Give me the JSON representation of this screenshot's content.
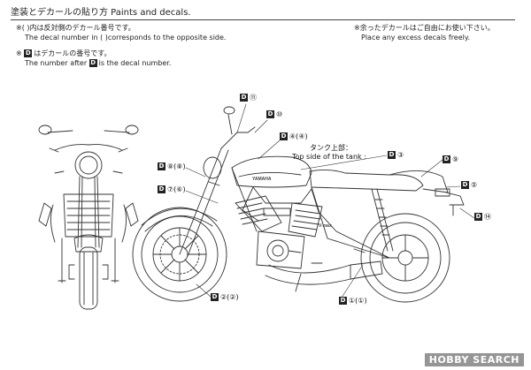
{
  "header": {
    "title": "塗装とデカールの貼り方 Paints and decals."
  },
  "notes": {
    "paren_jp": "( )内は反対側のデカール番号です。",
    "paren_en": "The decal number in ( )corresponds to the opposite side.",
    "d_jp": "はデカールの番号です。",
    "d_en_pre": "The number after",
    "d_en_post": "is the decal number.",
    "excess_jp": "※余ったデカールはご自由にお使い下さい。",
    "excess_en": "Place any excess decals freely.",
    "d_letter": "D",
    "ref_mark": "※"
  },
  "callouts": [
    {
      "id": "11",
      "text": "⑪"
    },
    {
      "id": "10",
      "text": "⑩"
    },
    {
      "id": "4",
      "text": "④(④)"
    },
    {
      "id": "3",
      "text": "③"
    },
    {
      "id": "9",
      "text": "⑨"
    },
    {
      "id": "8",
      "text": "⑧(⑧)"
    },
    {
      "id": "5",
      "text": "⑤"
    },
    {
      "id": "7",
      "text": "⑦(⑥)"
    },
    {
      "id": "14",
      "text": "⑭"
    },
    {
      "id": "2",
      "text": "②(②)"
    },
    {
      "id": "1",
      "text": "①(①)"
    }
  ],
  "tank_label": {
    "jp": "タンク上部：",
    "en": "Top side of the tank :"
  },
  "tank_text": {
    "brand": "YAMAHA",
    "model": "V-max"
  },
  "watermark": {
    "hobby": "HOBBY",
    "search": "SEARCH"
  }
}
